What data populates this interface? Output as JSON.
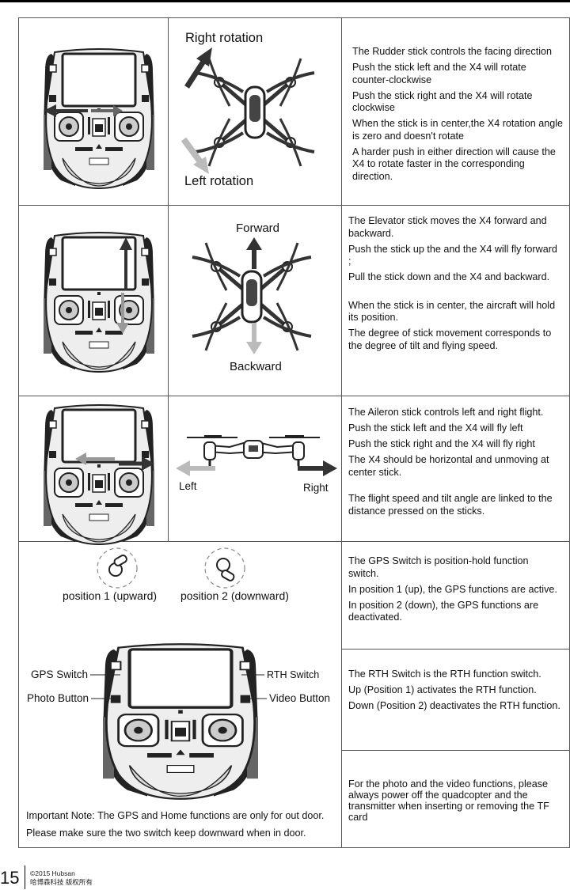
{
  "sections": {
    "rudder": {
      "label_top": "Right rotation",
      "label_bottom": "Left rotation",
      "lines": [
        "The Rudder stick controls the facing direction",
        "Push the stick left and the X4 will rotate counter-clockwise",
        "Push the stick right and the X4 will rotate clockwise",
        "When the stick is in center,the X4  rotation angle is zero and doesn't rotate",
        "A harder push in either direction will cause the X4 to rotate faster in the corresponding direction."
      ]
    },
    "elevator": {
      "label_top": "Forward",
      "label_bottom": "Backward",
      "lines": [
        "The Elevator stick moves the X4  forward and backward.",
        "Push the stick up the and the X4 will fly forward ;",
        "Pull the stick down and the  X4 and backward.",
        "When the stick is in center, the aircraft  will hold its position.",
        "The degree of stick movement corresponds to the degree of tilt and flying speed."
      ]
    },
    "aileron": {
      "label_left": "Left",
      "label_right": "Right",
      "lines": [
        "The Aileron stick controls left and right flight.",
        "Push the stick left and the X4 will fly left",
        "Push the stick right and the X4 will fly right",
        "The X4 should be horizontal and unmoving at center stick.",
        "The flight speed and tilt angle are linked to the distance pressed on the sticks."
      ]
    },
    "switches": {
      "pos1": "position 1 (upward)",
      "pos2": "position 2 (downward)",
      "gps_switch": "GPS Switch",
      "photo_button": "Photo Button",
      "rth_switch": "RTH Switch",
      "video_button": "Video Button",
      "note1": "Important Note:  The GPS and Home functions are only for out door.",
      "note2": "Please make sure the two switch keep downward when in door.",
      "gps_lines": [
        "The GPS Switch is position-hold function switch.",
        "In position 1 (up), the GPS functions are active.",
        "In position 2 (down), the GPS functions are deactivated."
      ],
      "rth_lines": [
        "The RTH Switch is the RTH function switch.",
        "Up (Position 1) activates the RTH function.",
        "Down (Position 2) deactivates the RTH function."
      ],
      "photo_lines": [
        "For the photo and the video functions, please always power off the quadcopter and the transmitter when inserting or removing the TF card"
      ]
    }
  },
  "footer": {
    "page_number": "15",
    "copyright": "©2015  Hubsan",
    "company": "哈博森科技  版权所有"
  },
  "colors": {
    "arrow_dark": "#3a3a3a",
    "arrow_light": "#bcbcbc",
    "rule": "#555555"
  }
}
